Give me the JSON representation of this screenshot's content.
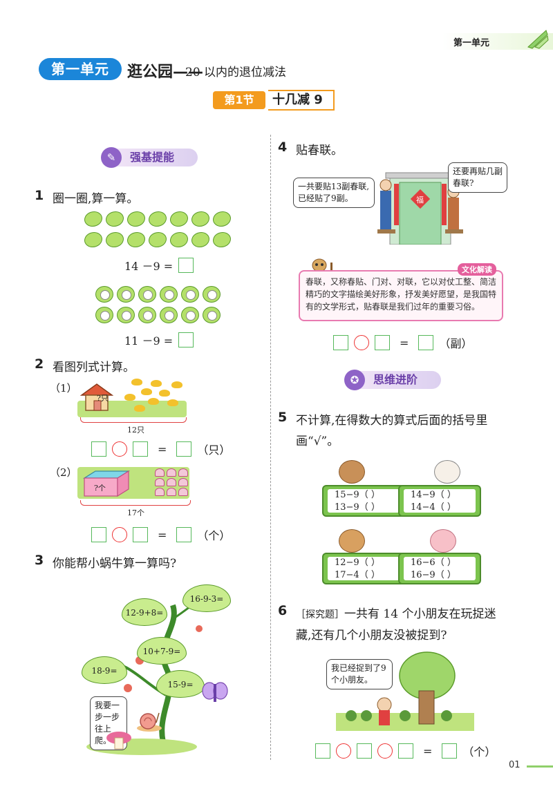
{
  "header": {
    "unit_tab": "第一单元",
    "unit_badge": "第一单元",
    "unit_title": "逛公园——",
    "unit_subtitle": "20 以内的退位减法",
    "section_badge": "第1节",
    "section_title": "十几减 9"
  },
  "banners": {
    "basic": "强基提能",
    "advanced": "思维进阶"
  },
  "q1": {
    "num": "1",
    "text": "圈一圈,算一算。",
    "eq1": "14 －9 =",
    "eq2": "11 －9 ="
  },
  "q2": {
    "num": "2",
    "text": "看图列式计算。",
    "p1": "（1）",
    "p1_house": "?只",
    "p1_total": "12只",
    "p1_unit": "（只）",
    "p2": "（2）",
    "p2_box": "?个",
    "p2_total": "17个",
    "p2_unit": "（个）",
    "eq_sign": "="
  },
  "q3": {
    "num": "3",
    "text": "你能帮小蜗牛算一算吗?",
    "leaves": [
      "12-9+8=",
      "16-9-3=",
      "10+7-9=",
      "18-9=",
      "15-9="
    ],
    "snail_bubble": "我要一步一步往上爬。"
  },
  "q4": {
    "num": "4",
    "text": "贴春联。",
    "bubble_left": "一共要贴13副春联,已经贴了9副。",
    "bubble_right": "还要再贴几副春联?",
    "door_char": "福",
    "culture_tag": "文化解读",
    "culture_text": "春联，又称春贴、门对、对联，它以对仗工整、简洁精巧的文字描绘美好形象，抒发美好愿望，是我国特有的文学形式，贴春联是我们过年的重要习俗。",
    "unit": "（副）",
    "eq_sign": "="
  },
  "q5": {
    "num": "5",
    "text": "不计算,在得数大的算式后面的括号里画“√”。",
    "boards": [
      [
        "15−9（  ）",
        "13−9（  ）"
      ],
      [
        "14−9（  ）",
        "14−4（  ）"
      ],
      [
        "12−9（  ）",
        "17−4（  ）"
      ],
      [
        "16−6（  ）",
        "16−9（  ）"
      ]
    ]
  },
  "q6": {
    "num": "6",
    "tag": "［探究题］",
    "text": "一共有 14 个小朋友在玩捉迷藏,还有几个小朋友没被捉到?",
    "bubble": "我已经捉到了9个小朋友。",
    "unit": "（个）",
    "eq_sign": "="
  },
  "footer": {
    "page": "01"
  }
}
